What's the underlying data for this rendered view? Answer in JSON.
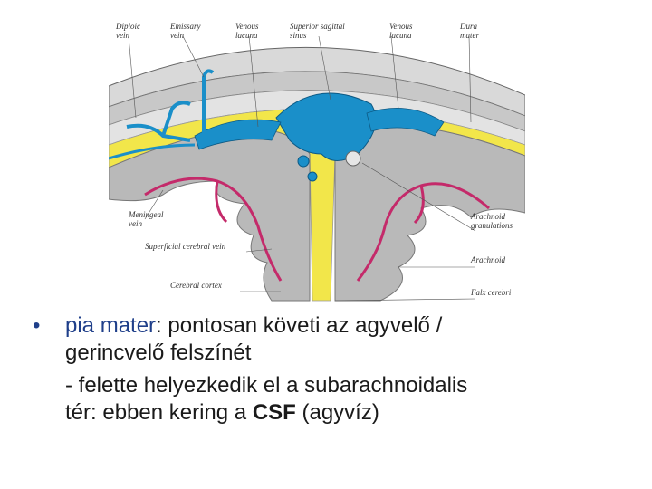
{
  "figure": {
    "labels": {
      "diploic_vein": [
        "Diploic",
        "vein"
      ],
      "emissary_vein": [
        "Emissary",
        "vein"
      ],
      "venous_lacuna_left": [
        "Venous",
        "lacuna"
      ],
      "superior_sagittal_sinus": [
        "Superior sagittal",
        "sinus"
      ],
      "venous_lacuna_right": [
        "Venous",
        "lacuna"
      ],
      "dura_mater": [
        "Dura",
        "mater"
      ],
      "meningeal_vein": [
        "Meningeal",
        "vein"
      ],
      "superficial_cerebral_vein": "Superficial cerebral vein",
      "cerebral_cortex": "Cerebral cortex",
      "arachnoid_granulations": [
        "Arachnoid",
        "granulations"
      ],
      "arachnoid": "Arachnoid",
      "falx_cerebri": "Falx cerebri"
    },
    "colors": {
      "csf_blue": "#1a8fc9",
      "yellow_space": "#f2e64a",
      "vessel_red": "#c42a6a",
      "cortex_gray": "#b9b9b9",
      "dura_gray": "#cfcfcf"
    }
  },
  "text": {
    "bullet_symbol": "•",
    "line1_term": "pia mater",
    "line1_rest": ": pontosan követi az agyvelő /",
    "line2": "gerincvelő felszínét",
    "line3": "- felette helyezkedik el a subarachnoidalis",
    "line4_pre": "tér: ebben kering a ",
    "line4_bold": "CSF",
    "line4_post": " (agyvíz)"
  }
}
